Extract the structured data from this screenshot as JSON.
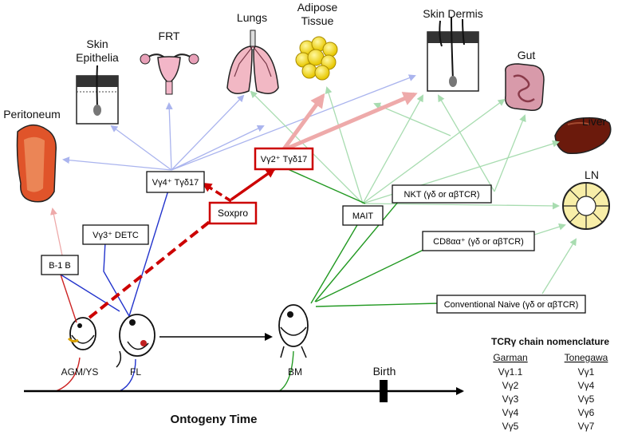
{
  "organs": {
    "peritoneum": "Peritoneum",
    "skin_epithelia_line1": "Skin",
    "skin_epithelia_line2": "Epithelia",
    "frt": "FRT",
    "lungs": "Lungs",
    "adipose_line1": "Adipose",
    "adipose_line2": "Tissue",
    "skin_dermis": "Skin Dermis",
    "gut": "Gut",
    "liver": "Liver",
    "ln": "LN"
  },
  "cells": {
    "vg4_t17": "Vγ4⁺ Tγδ17",
    "vg2_t17": "Vγ2⁺ Tγδ17",
    "soxpro": "Soxpro",
    "vg3_detc": "Vγ3⁺ DETC",
    "b1b": "B-1 B",
    "mait": "MAIT",
    "nkt": "NKT (γδ or αβTCR)",
    "cd8aa": "CD8αα⁺ (γδ or αβTCR)",
    "conventional_naive": "Conventional Naive (γδ or αβTCR)"
  },
  "sites": {
    "agm_ys": "AGM/YS",
    "fl": "FL",
    "bm": "BM"
  },
  "timeline": {
    "axis_label": "Ontogeny Time",
    "birth": "Birth"
  },
  "nomenclature": {
    "title": "TCRγ chain nomenclature",
    "col1": "Garman",
    "col2": "Tonegawa",
    "rows": [
      [
        "Vγ1.1",
        "Vγ1"
      ],
      [
        "Vγ2",
        "Vγ4"
      ],
      [
        "Vγ3",
        "Vγ5"
      ],
      [
        "Vγ4",
        "Vγ6"
      ],
      [
        "Vγ5",
        "Vγ7"
      ]
    ]
  },
  "colors": {
    "red_lineage": "#cc2222",
    "blue_lineage": "#2233cc",
    "green_lineage": "#229922",
    "blue_arrow_faint": "#aab4ee",
    "green_arrow_faint": "#a8dcb0",
    "red_arrow_faint": "#eeaaaa",
    "box_red": "#cc0000"
  }
}
